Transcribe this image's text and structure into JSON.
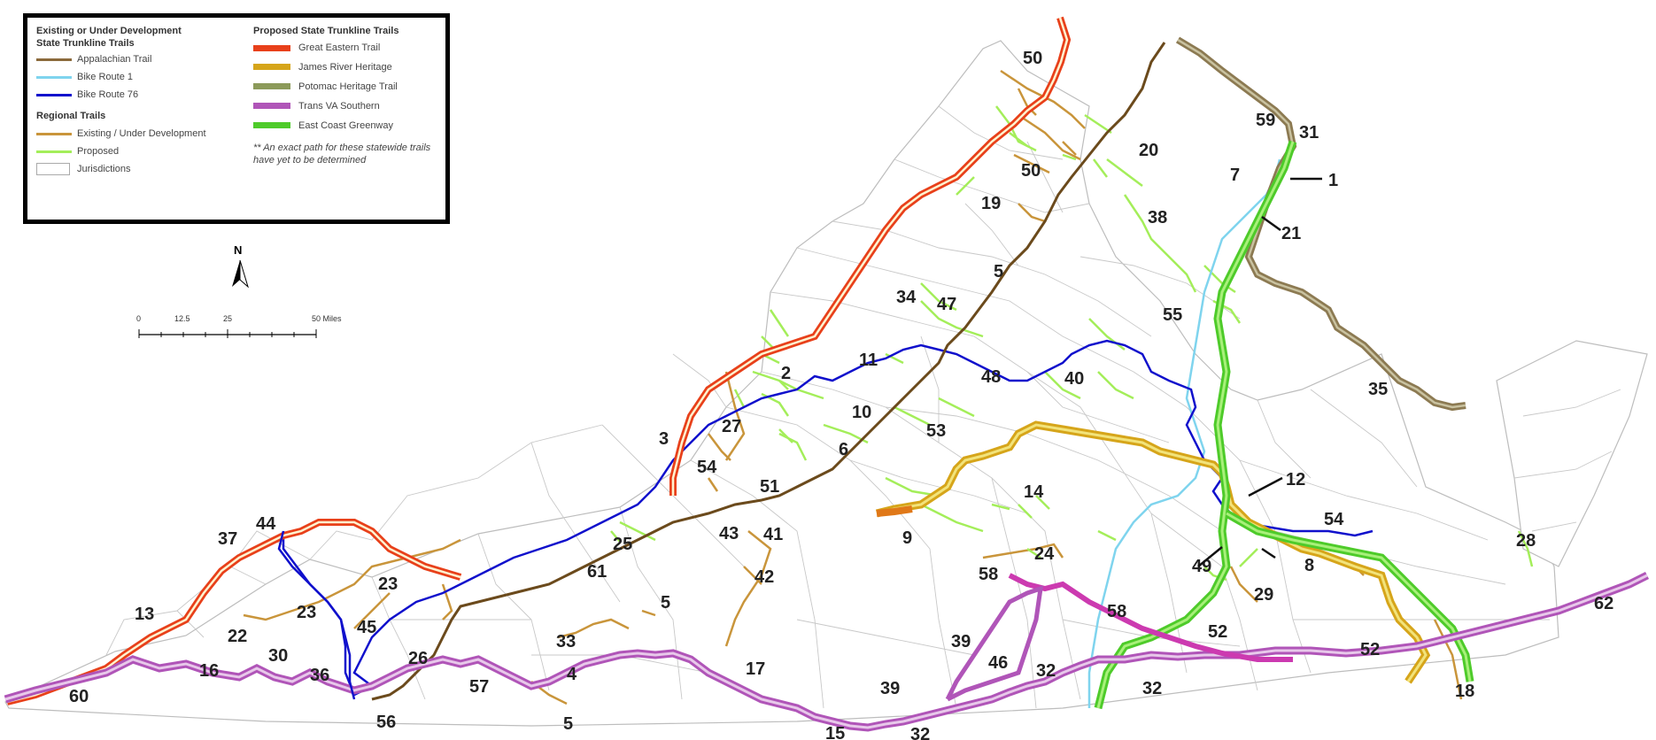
{
  "legend": {
    "existing_heading": "Existing or Under Development State Trunkline Trails",
    "existing_items": [
      {
        "label": "Appalachian Trail",
        "color": "#8b6a3c"
      },
      {
        "label": "Bike Route 1",
        "color": "#7fd4ee"
      },
      {
        "label": "Bike Route 76",
        "color": "#1010cc"
      }
    ],
    "regional_heading": "Regional Trails",
    "regional_items": [
      {
        "label": "Existing / Under Development",
        "color": "#c9953b"
      },
      {
        "label": "Proposed",
        "color": "#a4ee5a"
      },
      {
        "label": "Jurisdictions",
        "color": "#ffffff"
      }
    ],
    "proposed_heading": "Proposed State Trunkline Trails",
    "proposed_items": [
      {
        "label": "Great Eastern Trail",
        "color": "#e8401a"
      },
      {
        "label": "James River Heritage",
        "color": "#d6a51a"
      },
      {
        "label": "Potomac Heritage Trail",
        "color": "#8c9a5a"
      },
      {
        "label": "Trans VA Southern",
        "color": "#b055b8"
      },
      {
        "label": "East Coast Greenway",
        "color": "#4ecb2a"
      }
    ],
    "note": "** An exact path for these statewide trails have yet to be determined"
  },
  "north_arrow": {
    "label": "N"
  },
  "scale_bar": {
    "ticks": [
      "0",
      "12.5",
      "25",
      "50 Miles"
    ]
  },
  "trail_labels": [
    "50",
    "59",
    "31",
    "50",
    "20",
    "7",
    "1",
    "19",
    "38",
    "21",
    "5",
    "34",
    "47",
    "55",
    "11",
    "48",
    "40",
    "2",
    "35",
    "27",
    "10",
    "6",
    "53",
    "3",
    "12",
    "54",
    "51",
    "14",
    "54",
    "43",
    "41",
    "9",
    "24",
    "28",
    "37",
    "44",
    "25",
    "8",
    "42",
    "61",
    "58",
    "49",
    "29",
    "23",
    "23",
    "58",
    "62",
    "5",
    "13",
    "45",
    "22",
    "33",
    "39",
    "52",
    "30",
    "52",
    "26",
    "46",
    "32",
    "16",
    "36",
    "4",
    "17",
    "39",
    "18",
    "57",
    "32",
    "60",
    "56",
    "5",
    "15",
    "32"
  ]
}
